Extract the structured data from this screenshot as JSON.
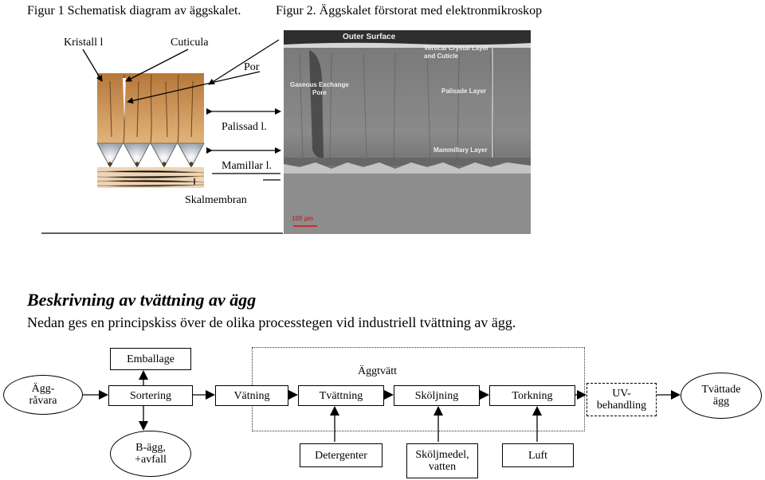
{
  "captions": {
    "fig1": "Figur 1 Schematisk diagram av äggskalet.",
    "fig2": "Figur 2. Äggskalet förstorat med elektronmikroskop"
  },
  "fig1_labels": {
    "kristall": "Kristall l",
    "cuticula": "Cuticula",
    "por": "Por",
    "palissad": "Palissad l.",
    "mamillar": "Mamillar l.",
    "skalmembran": "Skalmembran"
  },
  "sem_labels": {
    "outer_surface": "Outer Surface",
    "vertical_crystal": "Vertical Crystal Layer",
    "and_cuticle": "and Cuticle",
    "gaseous": "Gaseous Exchange",
    "pore": "Pore",
    "palisade": "Palisade Layer",
    "mammillary": "Mammillary Layer",
    "scale": "100 µm"
  },
  "section": {
    "title": "Beskrivning av tvättning av ägg",
    "description": "Nedan ges en principskiss över de olika processtegen vid industriell tvättning av ägg."
  },
  "flow": {
    "emballage": "Emballage",
    "aggtvatt": "Äggtvätt",
    "agg_ravara_1": "Ägg-",
    "agg_ravara_2": "råvara",
    "sortering": "Sortering",
    "vatning": "Vätning",
    "tvattning": "Tvättning",
    "skoljning": "Sköljning",
    "torkning": "Torkning",
    "uv_1": "UV-",
    "uv_2": "behandling",
    "tvattade_1": "Tvättade",
    "tvattade_2": "ägg",
    "b_agg_1": "B-ägg,",
    "b_agg_2": "+avfall",
    "detergenter": "Detergenter",
    "skoljmedel_1": "Sköljmedel,",
    "skoljmedel_2": "vatten",
    "luft": "Luft"
  }
}
